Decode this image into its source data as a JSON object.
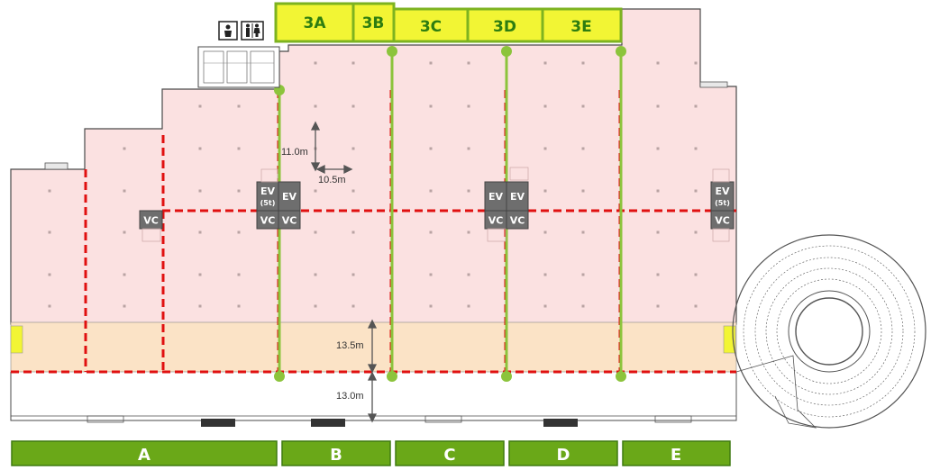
{
  "colors": {
    "unit_fill": "#fbe1e1",
    "dock_fill": "#fbe3c6",
    "dashed_red": "#e01010",
    "green_line": "#8cc43c",
    "green_box_fill": "#f2f534",
    "green_box_border": "#7db320",
    "green_text": "#2e7d10",
    "bar_fill": "#6aa818",
    "bar_border": "#3f7a10",
    "core_fill": "#6e6e6e",
    "wall": "#4a4a4a"
  },
  "top_units": [
    "3A",
    "3B",
    "3C",
    "3D",
    "3E"
  ],
  "bottom_zones": [
    "A",
    "B",
    "C",
    "D",
    "E"
  ],
  "dimensions": {
    "height_upper": "11.0m",
    "width_upper": "10.5m",
    "dock_depth": "13.5m",
    "apron_depth": "13.0m"
  },
  "cores": {
    "ev": "EV",
    "ev_5t": "(5t)",
    "vc": "VC"
  },
  "icons": [
    "restroom-accessible-icon",
    "restroom-men-women-icon"
  ]
}
